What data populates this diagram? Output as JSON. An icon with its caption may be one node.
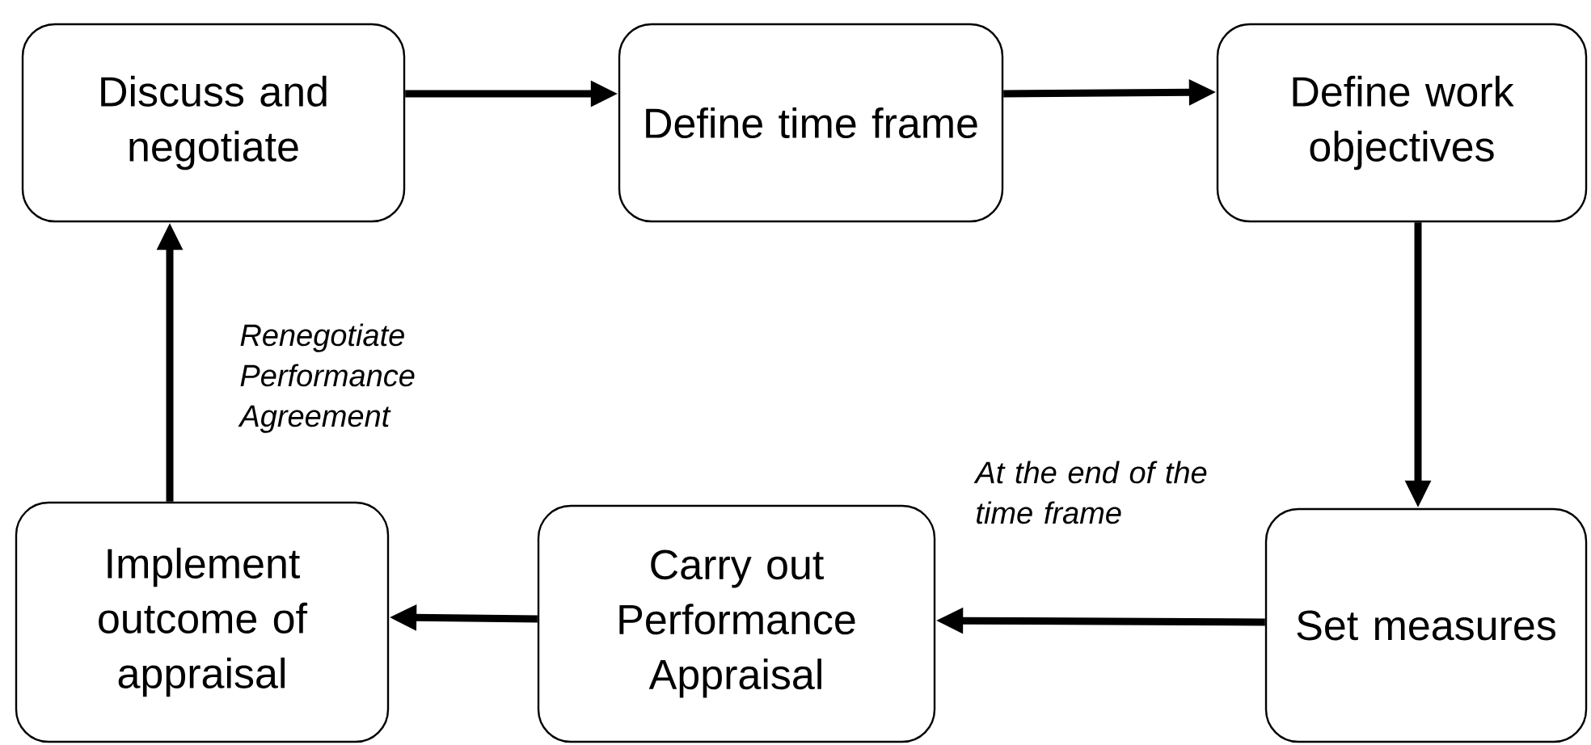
{
  "diagram": {
    "nodes": [
      {
        "text": [
          "Discuss and negotiate"
        ]
      },
      {
        "text": [
          "Define time frame"
        ]
      },
      {
        "text": [
          "Define work objectives"
        ]
      },
      {
        "text": [
          "Set measures"
        ]
      },
      {
        "text": [
          "Carry out Performance Appraisal"
        ]
      },
      {
        "text": [
          "Implement outcome of appraisal"
        ]
      }
    ],
    "edges": [
      {
        "from": 0,
        "to": 1,
        "arrow": "to"
      },
      {
        "from": 1,
        "to": 2,
        "arrow": "to"
      },
      {
        "from": 2,
        "to": 3,
        "arrow": "to"
      },
      {
        "from": 3,
        "to": 4,
        "arrow": "to",
        "label": "At the end of the time frame"
      },
      {
        "from": 4,
        "to": 5,
        "arrow": "to"
      },
      {
        "from": 5,
        "to": 0,
        "arrow": "to",
        "label": "Renegotiate Performance Agreement"
      }
    ]
  }
}
